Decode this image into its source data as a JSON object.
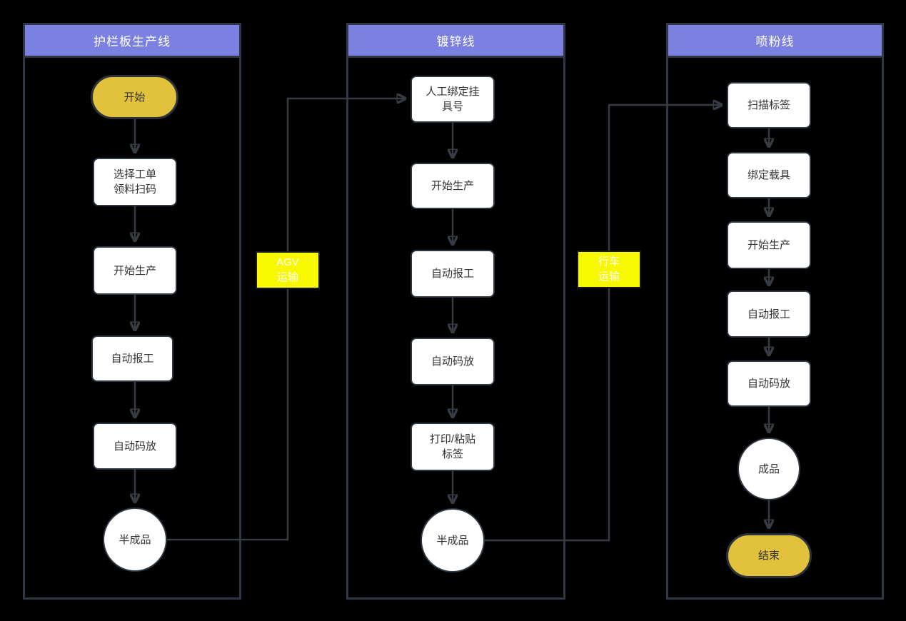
{
  "lanes": [
    {
      "title": "护栏板生产线",
      "nodes": [
        {
          "type": "start",
          "label": "开始"
        },
        {
          "type": "process",
          "label": "选择工单\n领料扫码"
        },
        {
          "type": "process",
          "label": "开始生产"
        },
        {
          "type": "process",
          "label": "自动报工"
        },
        {
          "type": "process",
          "label": "自动码放"
        },
        {
          "type": "terminal",
          "label": "半成品"
        }
      ]
    },
    {
      "title": "镀锌线",
      "nodes": [
        {
          "type": "process",
          "label": "人工绑定挂\n具号"
        },
        {
          "type": "process",
          "label": "开始生产"
        },
        {
          "type": "process",
          "label": "自动报工"
        },
        {
          "type": "process",
          "label": "自动码放"
        },
        {
          "type": "process",
          "label": "打印/粘贴\n标签"
        },
        {
          "type": "terminal",
          "label": "半成品"
        }
      ]
    },
    {
      "title": "喷粉线",
      "nodes": [
        {
          "type": "process",
          "label": "扫描标签"
        },
        {
          "type": "process",
          "label": "绑定载具"
        },
        {
          "type": "process",
          "label": "开始生产"
        },
        {
          "type": "process",
          "label": "自动报工"
        },
        {
          "type": "process",
          "label": "自动码放"
        },
        {
          "type": "terminal",
          "label": "成品"
        },
        {
          "type": "end",
          "label": "结束"
        }
      ]
    }
  ],
  "transports": [
    {
      "label": "AGV\n运输"
    },
    {
      "label": "行车\n运输"
    }
  ],
  "colors": {
    "background": "#000000",
    "lane_header": "#7b81e0",
    "lane_border": "#2e3744",
    "node_fill": "#ffffff",
    "node_border": "#2f3743",
    "node_text": "#333333",
    "start_end_fill": "#e2c23d",
    "transport_fill": "#f8f800",
    "transport_text": "#ffffff",
    "arrow": "#363b44"
  }
}
